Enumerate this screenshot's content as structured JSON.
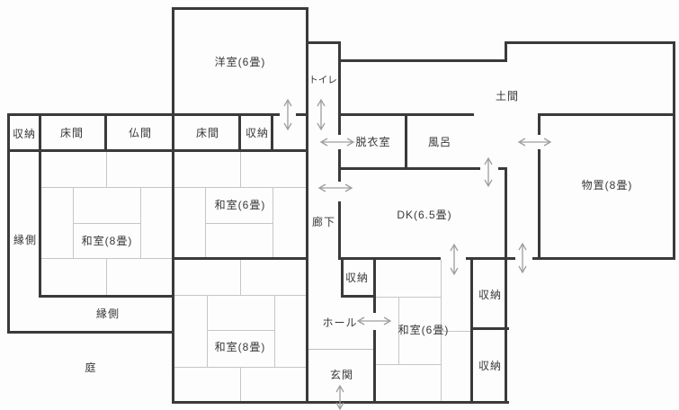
{
  "colors": {
    "wall": "#3a3a3a",
    "tatami": "#c6c6c6",
    "arrow": "#9e9e9e",
    "text": "#383838",
    "bg": "#fdfdfd"
  },
  "rooms": {
    "yoshitsu": "洋室(6畳)",
    "toire": "トイレ",
    "doma": "土間",
    "monooki": "物置(8畳)",
    "shuno_nw": "収納",
    "tokonoma_w": "床間",
    "butsuma": "仏間",
    "tokonoma_e": "床間",
    "shuno_ne": "収納",
    "datsuishitsu": "脱衣室",
    "furo": "風呂",
    "washitsu6_n": "和室(6畳)",
    "washitsu8_nw": "和室(8畳)",
    "roka": "廊下",
    "dk": "DK(6.5畳)",
    "engawa_w": "縁側",
    "engawa_s": "縁側",
    "washitsu8_s": "和室(8畳)",
    "hall": "ホール",
    "washitsu6_se": "和室(6畳)",
    "genkan": "玄関",
    "niwa": "庭",
    "shuno_hall": "収納",
    "shuno_e_top": "収納",
    "shuno_e_bottom": "収納"
  }
}
